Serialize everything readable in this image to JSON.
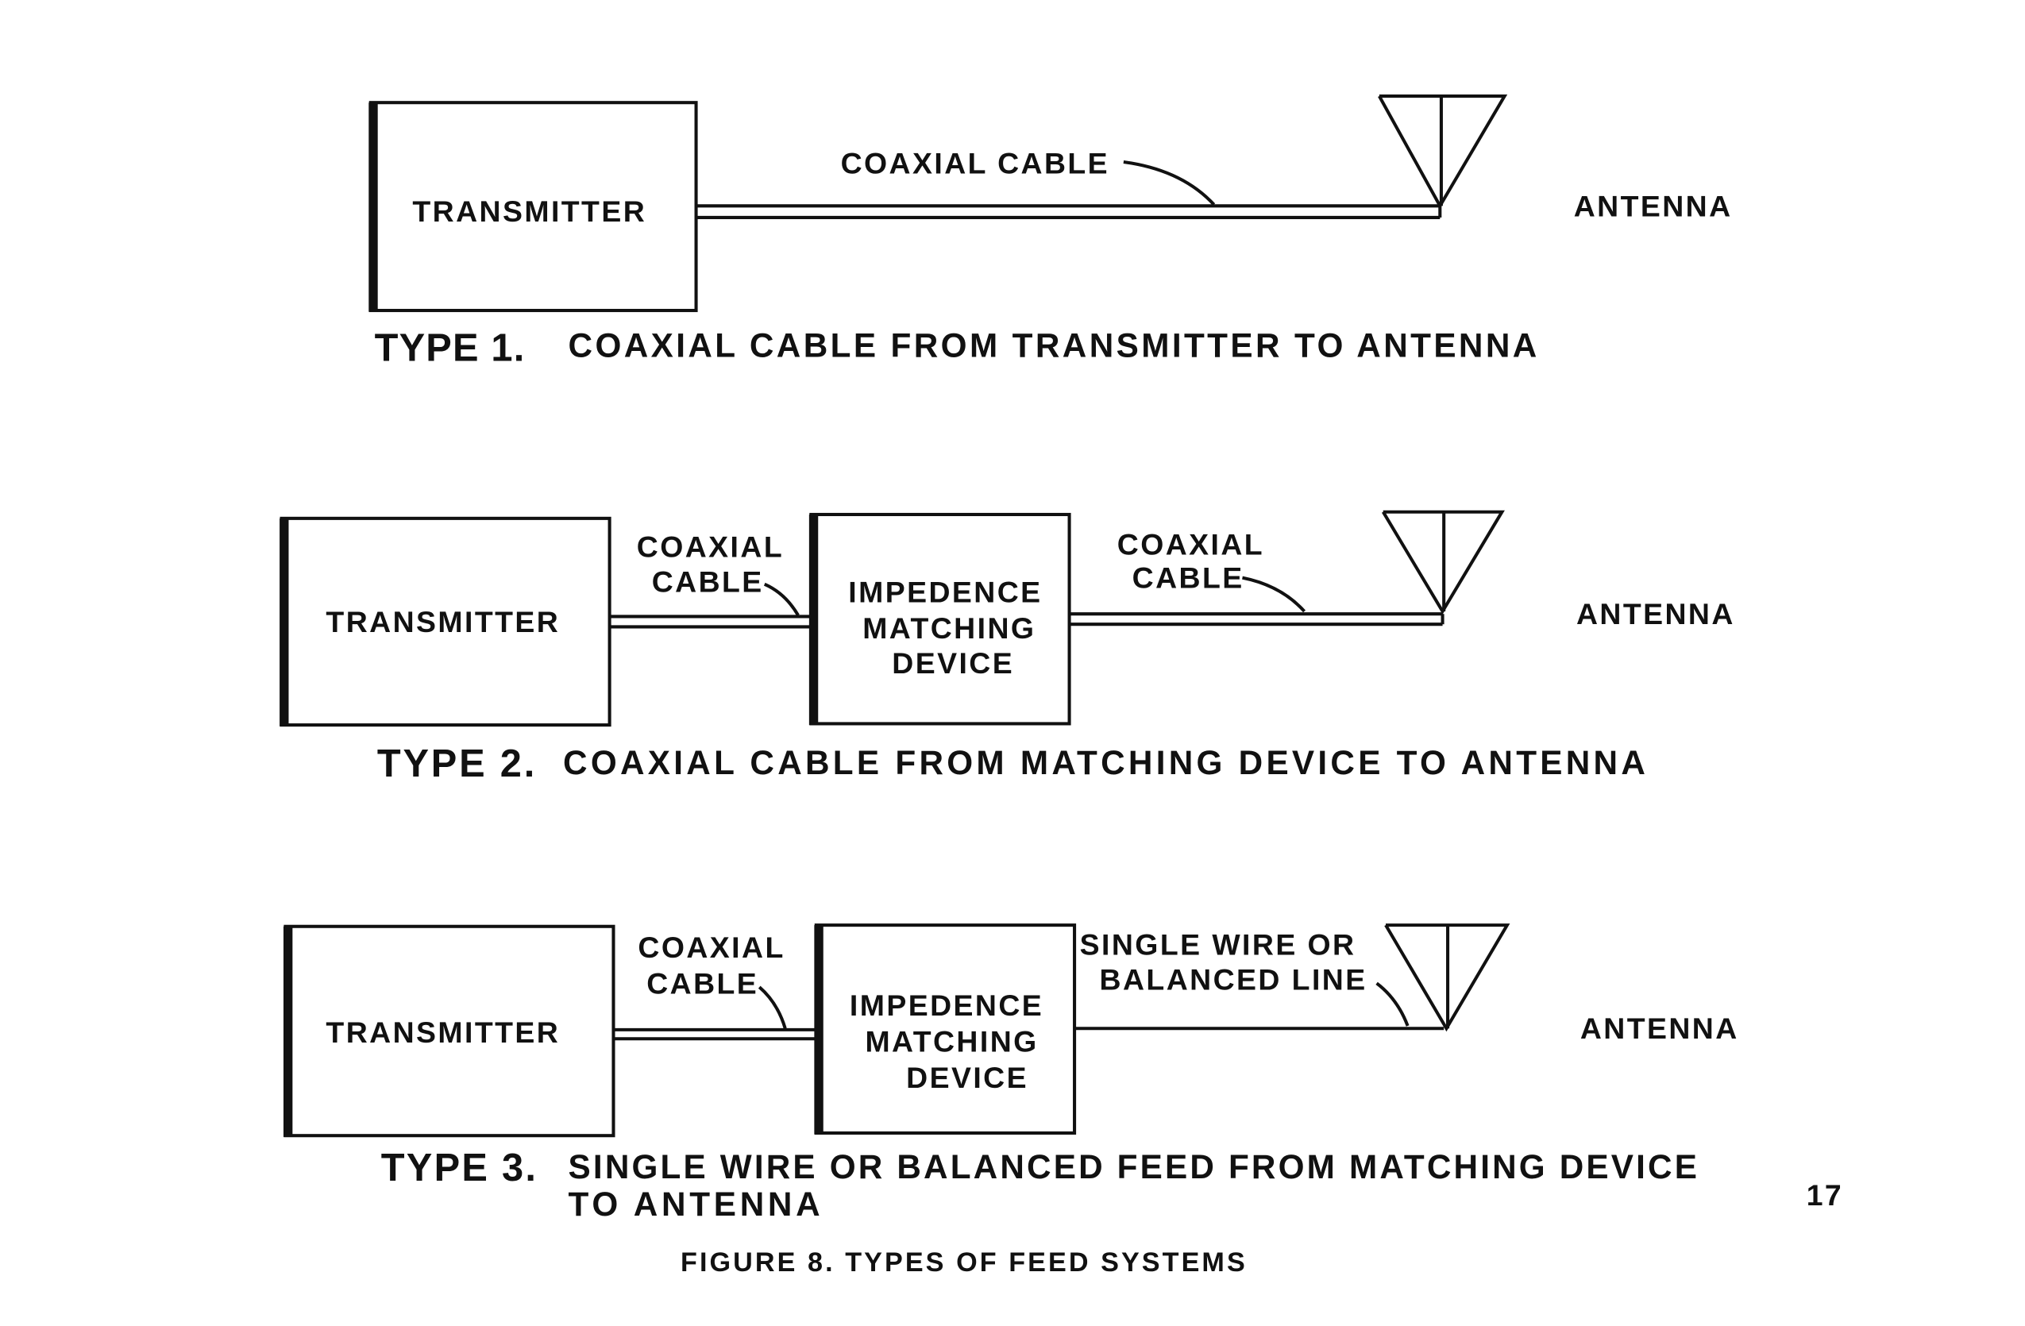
{
  "type1": {
    "transmitter": "TRANSMITTER",
    "cable_label": "COAXIAL CABLE",
    "antenna": "ANTENNA",
    "caption_type": "TYPE 1.",
    "caption_text": "COAXIAL CABLE FROM TRANSMITTER TO ANTENNA"
  },
  "type2": {
    "transmitter": "TRANSMITTER",
    "cable1_line1": "COAXIAL",
    "cable1_line2": "CABLE",
    "device_line1": "IMPEDENCE",
    "device_line2": "MATCHING",
    "device_line3": "DEVICE",
    "cable2_line1": "COAXIAL",
    "cable2_line2": "CABLE",
    "antenna": "ANTENNA",
    "caption_type": "TYPE 2.",
    "caption_text": "COAXIAL CABLE FROM MATCHING DEVICE TO ANTENNA"
  },
  "type3": {
    "transmitter": "TRANSMITTER",
    "cable1_line1": "COAXIAL",
    "cable1_line2": "CABLE",
    "device_line1": "IMPEDENCE",
    "device_line2": "MATCHING",
    "device_line3": "DEVICE",
    "line_label1": "SINGLE WIRE OR",
    "line_label2": "BALANCED LINE",
    "antenna": "ANTENNA",
    "caption_type": "TYPE 3.",
    "caption_text1": "SINGLE WIRE OR BALANCED FEED FROM MATCHING DEVICE",
    "caption_text2": "TO ANTENNA"
  },
  "page_number": "17",
  "figure_caption": "FIGURE 8. TYPES OF FEED SYSTEMS"
}
